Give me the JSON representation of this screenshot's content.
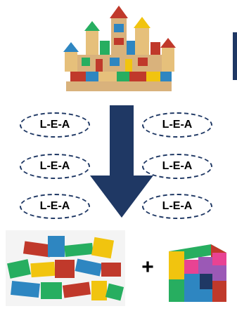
{
  "ovals": [
    "L-E-A",
    "L-E-A",
    "L-E-A",
    "L-E-A",
    "L-E-A",
    "L-E-A"
  ],
  "operator": "+",
  "colors": {
    "arrow": "#1f3864",
    "oval_border": "#1f3864",
    "side_bar": "#1f3864"
  },
  "images": {
    "top": "wooden-block-castle",
    "bottom_left": "pile-of-colorful-blocks",
    "bottom_right": "assembled-block-puzzle"
  }
}
